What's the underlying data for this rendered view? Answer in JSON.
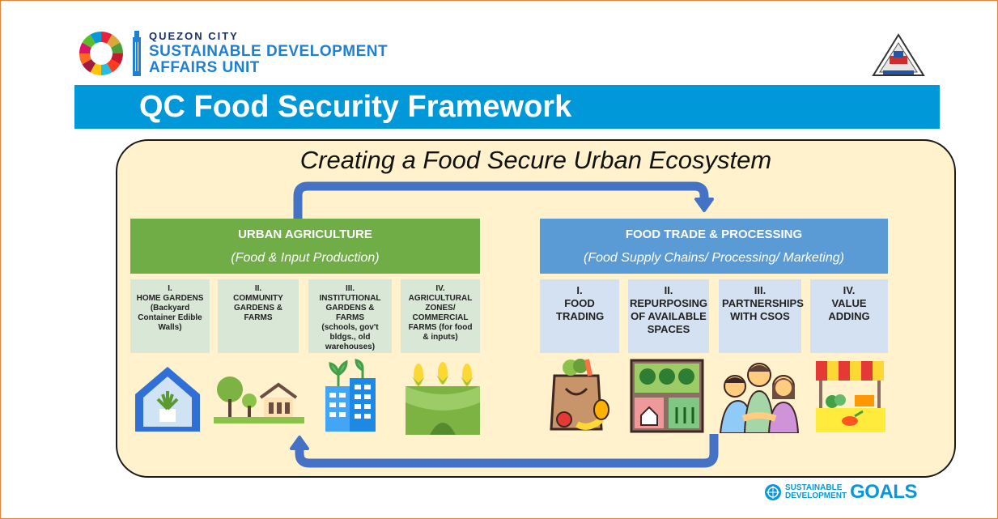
{
  "header": {
    "city": "QUEZON CITY",
    "unit_line1": "SUSTAINABLE DEVELOPMENT",
    "unit_line2": "AFFAIRS UNIT"
  },
  "title": "QC Food Security Framework",
  "ecosystem_title": "Creating a Food Secure Urban Ecosystem",
  "urban_agriculture": {
    "heading": "URBAN AGRICULTURE",
    "subheading": "(Food & Input Production)",
    "cards": [
      {
        "num": "I.",
        "label": "HOME GARDENS",
        "detail": "(Backyard Container Edible Walls)"
      },
      {
        "num": "II.",
        "label": "COMMUNITY GARDENS & FARMS",
        "detail": ""
      },
      {
        "num": "III.",
        "label": "INSTITUTIONAL GARDENS & FARMS",
        "detail": "(schools, gov't bldgs., old warehouses)"
      },
      {
        "num": "IV.",
        "label": "AGRICULTURAL ZONES/ COMMERCIAL FARMS (for food & inputs)",
        "detail": ""
      }
    ]
  },
  "food_trade": {
    "heading": "FOOD TRADE & PROCESSING",
    "subheading": "(Food Supply Chains/ Processing/ Marketing)",
    "cards": [
      {
        "num": "I.",
        "label": "FOOD TRADING"
      },
      {
        "num": "II.",
        "label": "REPURPOSING OF AVAILABLE SPACES"
      },
      {
        "num": "III.",
        "label": "PARTNERSHIPS WITH CSOS"
      },
      {
        "num": "IV.",
        "label": "VALUE ADDING"
      }
    ]
  },
  "footer": {
    "sdg_top": "SUSTAINABLE",
    "sdg_bottom": "DEVELOPMENT",
    "goals": "GOALS"
  },
  "colors": {
    "accent_blue": "#0098d8",
    "agri_green": "#70ad47",
    "trade_blue": "#5b9bd5",
    "eco_bg": "#fff2cc"
  }
}
